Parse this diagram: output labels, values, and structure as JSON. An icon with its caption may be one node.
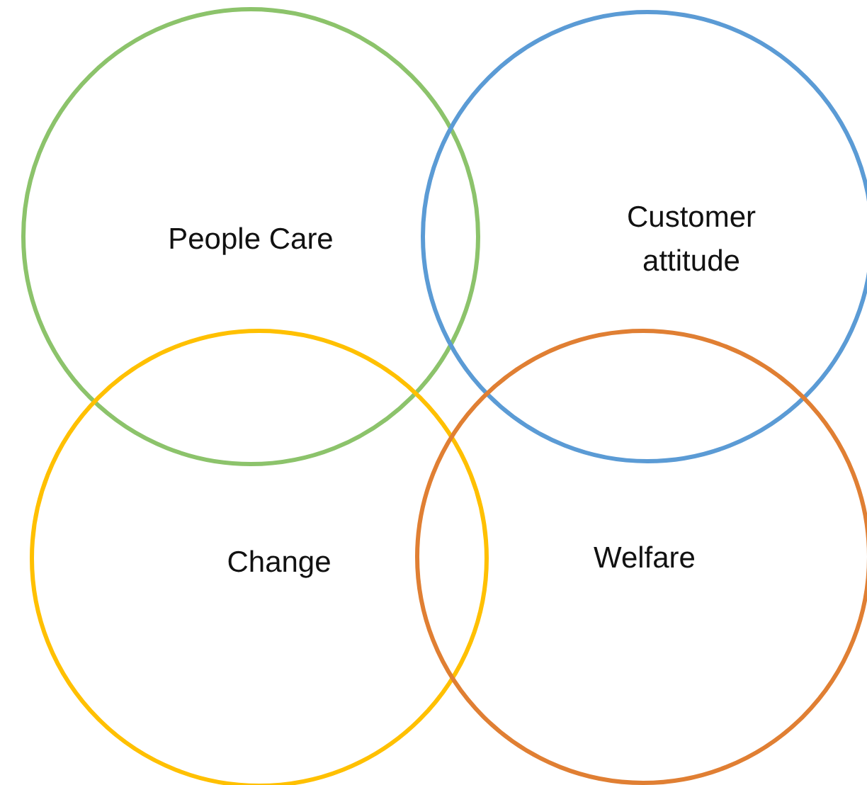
{
  "diagram": {
    "nodes": [
      {
        "text": [
          "People Care"
        ]
      },
      {
        "text": [
          "Customer attitude"
        ]
      },
      {
        "text": [
          "Change"
        ]
      },
      {
        "text": [
          "Welfare"
        ]
      }
    ]
  }
}
